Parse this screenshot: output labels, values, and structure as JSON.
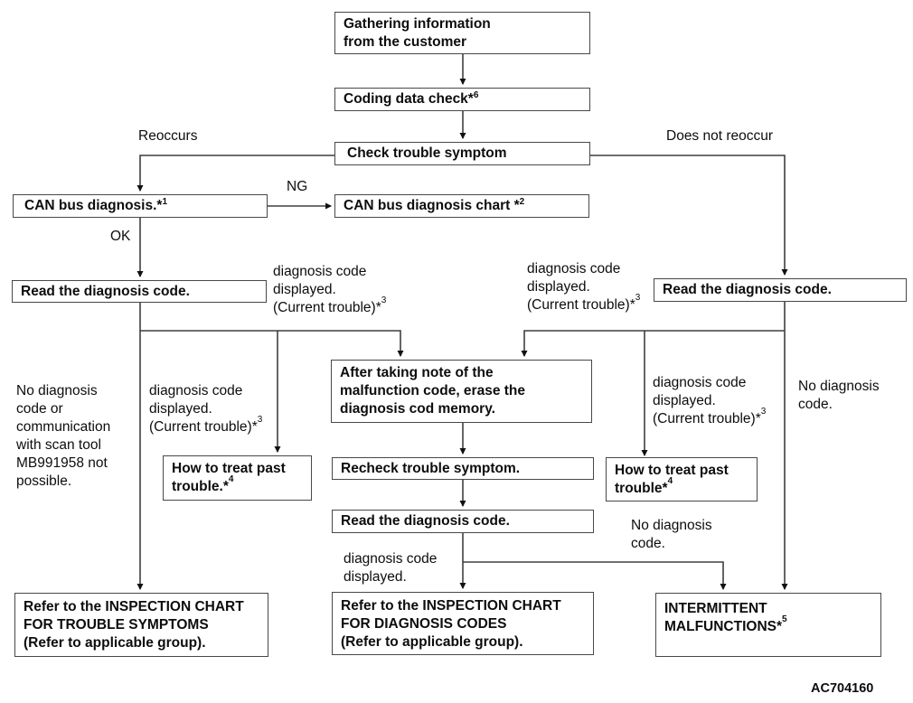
{
  "figure_code": "AC704160",
  "flowchart": {
    "nodes": {
      "gathering": {
        "line1": "Gathering information",
        "line2": "from the customer"
      },
      "coding": {
        "text": "Coding data check*",
        "sup": "6"
      },
      "check_symptom": {
        "text": "Check trouble symptom"
      },
      "can_bus": {
        "text": "CAN bus diagnosis.*",
        "sup": "1"
      },
      "can_chart": {
        "text": "CAN bus diagnosis chart *",
        "sup": "2"
      },
      "read_left": {
        "text": "Read the diagnosis code."
      },
      "read_right": {
        "text": "Read the diagnosis code."
      },
      "erase": {
        "line1": "After taking note of the",
        "line2": "malfunction code, erase the",
        "line3": "diagnosis cod memory."
      },
      "past_left": {
        "line1": "How to treat past",
        "line2": "trouble.*",
        "sup": "4"
      },
      "past_right": {
        "line1": "How to treat past",
        "line2": "trouble*",
        "sup": "4"
      },
      "recheck": {
        "text": "Recheck trouble symptom."
      },
      "read_center": {
        "text": "Read the diagnosis code."
      },
      "refer_symptoms": {
        "line1": "Refer to the INSPECTION CHART",
        "line2": "FOR TROUBLE SYMPTOMS",
        "line3": "(Refer to applicable group)."
      },
      "refer_codes": {
        "line1": "Refer to the INSPECTION CHART",
        "line2": "FOR DIAGNOSIS CODES",
        "line3": "(Refer to applicable group)."
      },
      "intermittent": {
        "text": "INTERMITTENT MALFUNCTIONS*",
        "sup": "5"
      }
    },
    "labels": {
      "reoccurs": "Reoccurs",
      "does_not_reoccur": "Does not reoccur",
      "ng": "NG",
      "ok": "OK",
      "current_trouble": {
        "line1": "diagnosis code",
        "line2": "displayed.",
        "line3": "(Current trouble)*",
        "sup": "3"
      },
      "no_code_left": {
        "line1": "No diagnosis",
        "line2": "code or",
        "line3": "communication",
        "line4": "with scan tool",
        "line5": "MB991958 not",
        "line6": "possible."
      },
      "no_code": {
        "line1": "No diagnosis",
        "line2": "code."
      },
      "code_displayed": {
        "line1": "diagnosis code",
        "line2": "displayed."
      }
    },
    "colors": {
      "line": "#3f3f3f",
      "arrowhead": "#111111",
      "border": "#484848",
      "background": "#ffffff"
    }
  }
}
